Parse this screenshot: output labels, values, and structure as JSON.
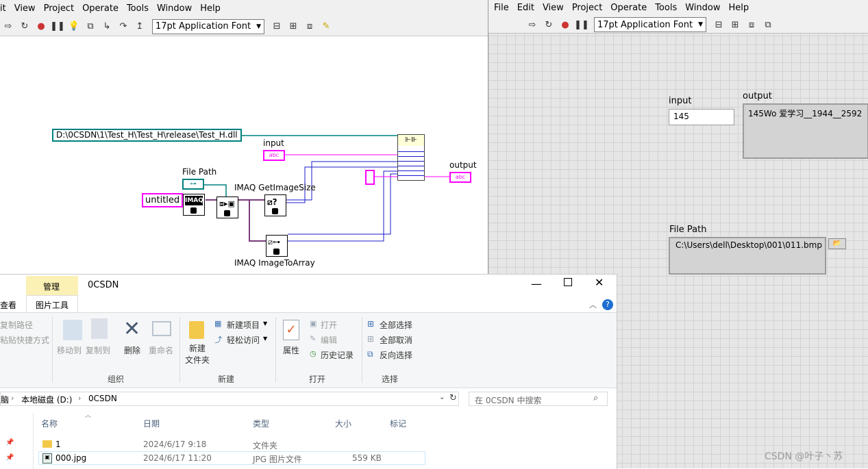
{
  "block_diagram": {
    "menu": [
      "it",
      "View",
      "Project",
      "Operate",
      "Tools",
      "Window",
      "Help"
    ],
    "font_selector": "17pt Application Font",
    "dll_path": "D:\\0CSDN\\1\\Test_H\\Test_H\\release\\Test_H.dll",
    "input_label": "input",
    "output_label": "output",
    "file_path_label": "File Path",
    "untitled_const": "untitled",
    "imaq_label": "IMAQ",
    "get_image_size_label": "IMAQ GetImageSize",
    "image_to_array_label": "IMAQ ImageToArray",
    "abc": "abc"
  },
  "front_panel": {
    "menu": [
      "File",
      "Edit",
      "View",
      "Project",
      "Operate",
      "Tools",
      "Window",
      "Help"
    ],
    "font_selector": "17pt Application Font",
    "input_label": "input",
    "input_value": "145",
    "output_label": "output",
    "output_value": "145Wo 爱学习__1944__2592",
    "file_path_label": "File Path",
    "file_path_value": "C:\\Users\\dell\\Desktop\\001\\011.bmp"
  },
  "explorer": {
    "manage_tab": "管理",
    "folder_title": "0CSDN",
    "view_tab": "查看",
    "picture_tools_tab": "图片工具",
    "copy_path": "复制路径",
    "paste_shortcut": "粘贴快捷方式",
    "move_to": "移动到",
    "copy_to": "复制到",
    "delete": "删除",
    "rename": "重命名",
    "new_folder": "新建\n文件夹",
    "new_item": "新建项目",
    "easy_access": "轻松访问",
    "properties": "属性",
    "open": "打开",
    "edit": "编辑",
    "history": "历史记录",
    "select_all": "全部选择",
    "select_none": "全部取消",
    "invert_selection": "反向选择",
    "group_organize": "组织",
    "group_new": "新建",
    "group_open": "打开",
    "group_select": "选择",
    "breadcrumb_prefix": "脑",
    "breadcrumb_disk": "本地磁盘 (D:)",
    "breadcrumb_folder": "0CSDN",
    "search_placeholder": "在 0CSDN 中搜索",
    "columns": [
      "名称",
      "日期",
      "类型",
      "大小",
      "标记"
    ],
    "rows": [
      {
        "name": "1",
        "date": "2024/6/17 9:18",
        "type": "文件夹",
        "size": ""
      },
      {
        "name": "000.jpg",
        "date": "2024/6/17 11:20",
        "type": "JPG 图片文件",
        "size": "559 KB"
      }
    ]
  },
  "watermark": "CSDN @叶子丶苏"
}
